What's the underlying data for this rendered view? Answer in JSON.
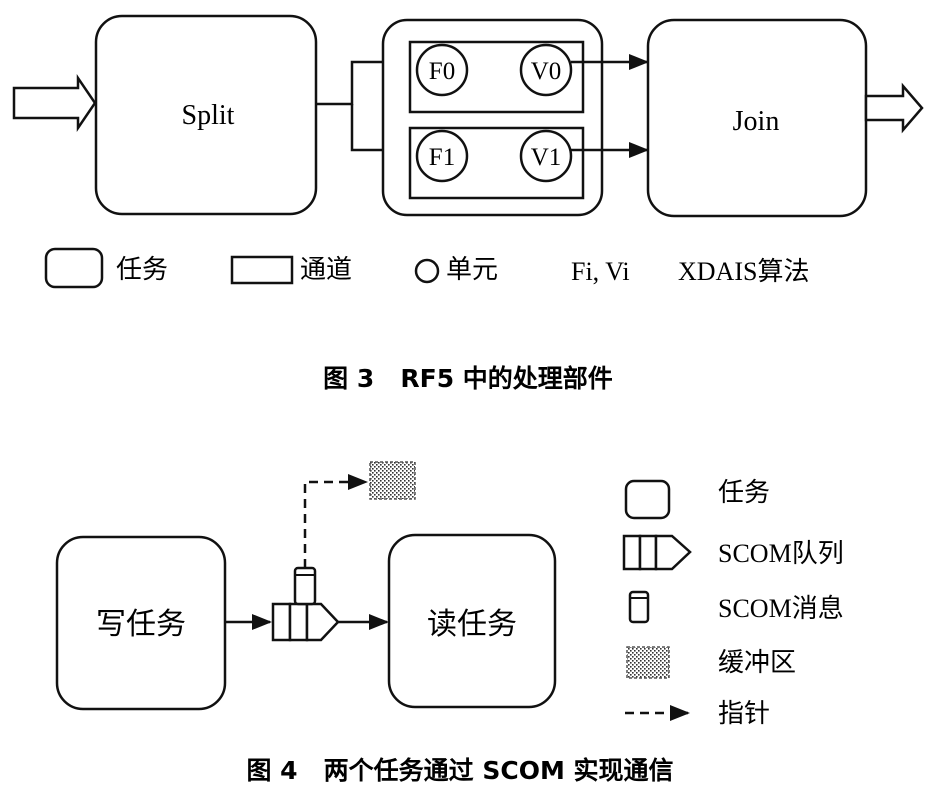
{
  "figure3": {
    "split_label": "Split",
    "join_label": "Join",
    "channels": [
      {
        "filter": "F0",
        "vector": "V0"
      },
      {
        "filter": "F1",
        "vector": "V1"
      }
    ],
    "legend": {
      "task": "任务",
      "channel": "通道",
      "cell": "单元",
      "algo_names": "Fi, Vi",
      "algo_desc": "XDAIS算法"
    },
    "caption": "图 3   RF5 中的处理部件"
  },
  "figure4": {
    "writer_label": "写任务",
    "reader_label": "读任务",
    "legend": {
      "task": "任务",
      "queue": "SCOM队列",
      "message": "SCOM消息",
      "buffer": "缓冲区",
      "pointer": "指针"
    },
    "caption": "图 4   两个任务通过 SCOM 实现通信"
  },
  "colors": {
    "stroke": "#111111",
    "background": "#ffffff"
  }
}
